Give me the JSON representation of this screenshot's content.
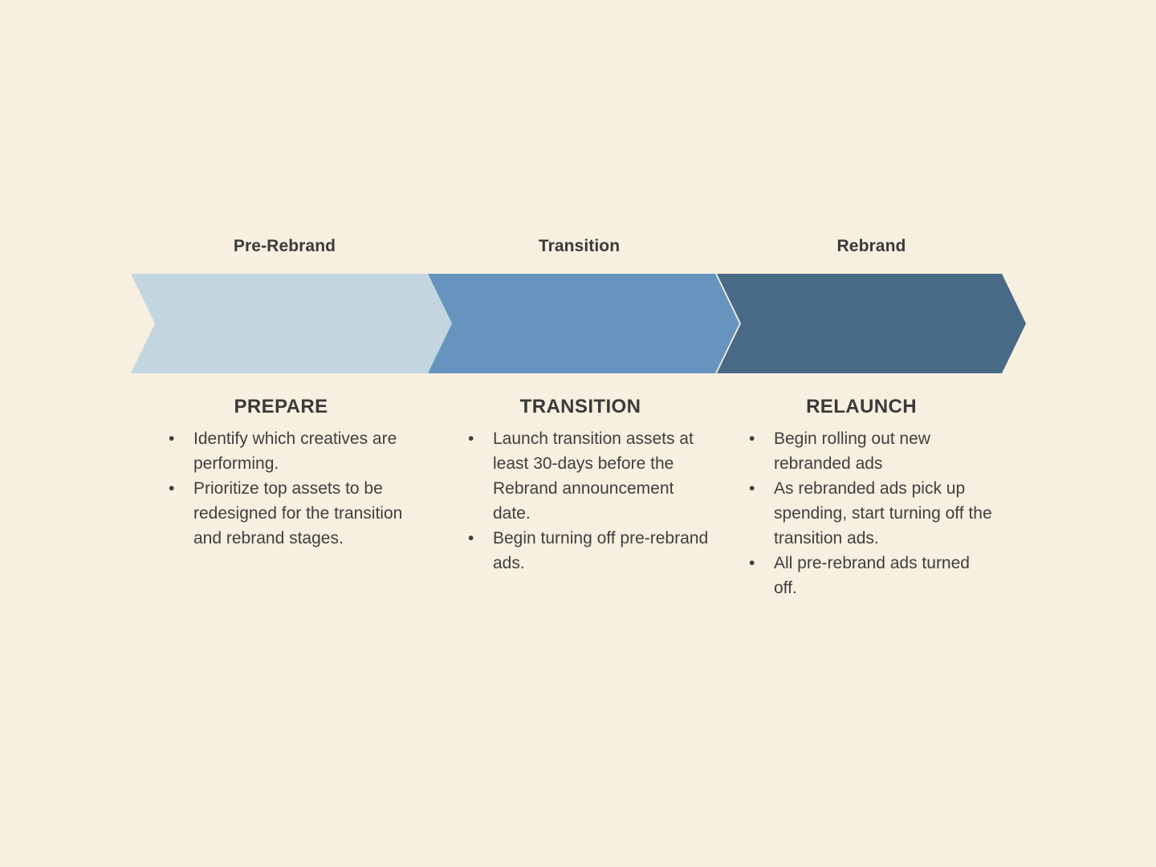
{
  "diagram": {
    "title_hidden": "",
    "background_color": "#f7efe0",
    "type": "chevron-process-flow",
    "stages": [
      {
        "header": "Pre-Rebrand",
        "chevron_color": "#c3d6e0",
        "title": "PREPARE",
        "bullet_glyph": "•",
        "bullets": [
          "Identify which creatives are performing.",
          "Prioritize top assets to be redesigned for the transition and rebrand stages."
        ]
      },
      {
        "header": "Transition",
        "chevron_color": "#6694bf",
        "title": "TRANSITION",
        "bullet_glyph": "•",
        "bullets": [
          "Launch transition assets at least 30-days before the Rebrand announcement date.",
          "Begin turning off pre-rebrand ads."
        ]
      },
      {
        "header": "Rebrand",
        "chevron_color": "#496a87",
        "title": "RELAUNCH",
        "bullet_glyph": "•",
        "bullets": [
          "Begin rolling out new rebranded ads",
          "As rebranded ads pick up spending, start turning off the transition ads.",
          "All pre-rebrand ads turned off."
        ]
      }
    ]
  }
}
